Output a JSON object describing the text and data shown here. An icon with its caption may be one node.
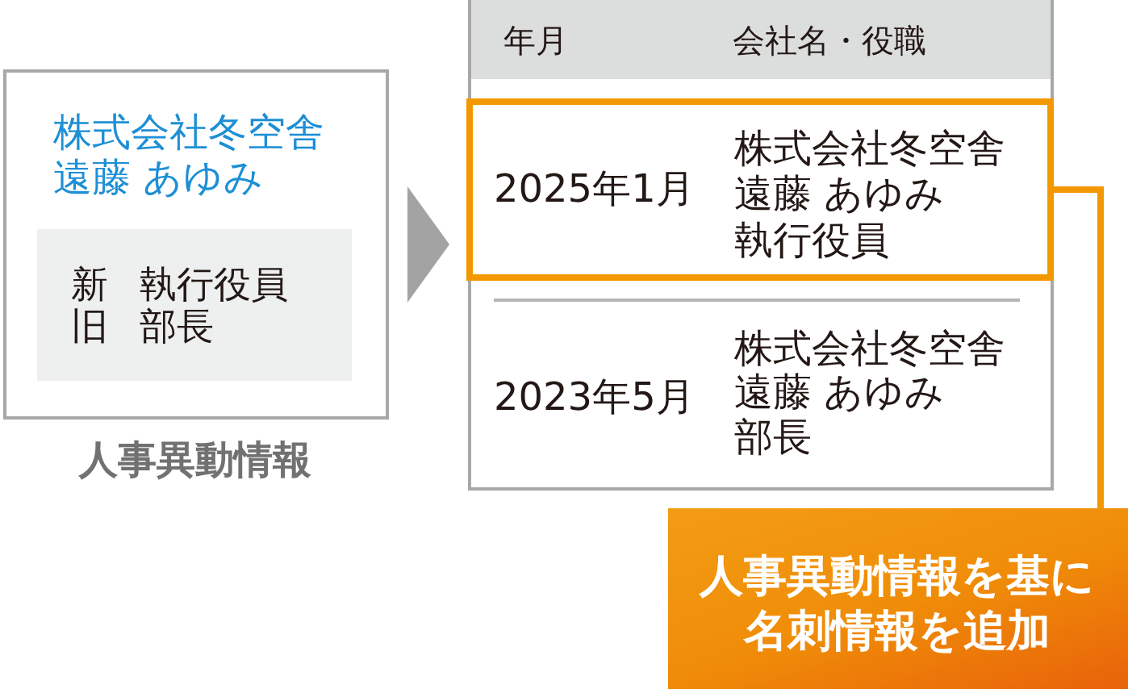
{
  "diagram": {
    "nodes": [
      {
        "text": [
          "株式会社冬空舎",
          "遠藤 あゆみ"
        ],
        "beside": [
          "人事異動情報"
        ]
      },
      {
        "text": [
          "新 執行役員",
          "旧 部長"
        ],
        "in": 0
      },
      {
        "text": [
          "年月",
          "会社名・役職"
        ]
      },
      {
        "text": [
          "2025年1月",
          "株式会社冬空舎",
          "遠藤 あゆみ",
          "執行役員"
        ],
        "in": 2
      },
      {
        "text": [
          "2023年5月",
          "株式会社冬空舎",
          "遠藤 あゆみ",
          "部長"
        ],
        "in": 2
      },
      {
        "text": [
          "人事異動情報を基に名刺情報を追加"
        ]
      }
    ],
    "edges": [
      {
        "from": 0,
        "to": 2,
        "arrow": "to"
      },
      {
        "from": 3,
        "to": 5,
        "arrow": "none",
        "color": "#f39800"
      }
    ]
  }
}
